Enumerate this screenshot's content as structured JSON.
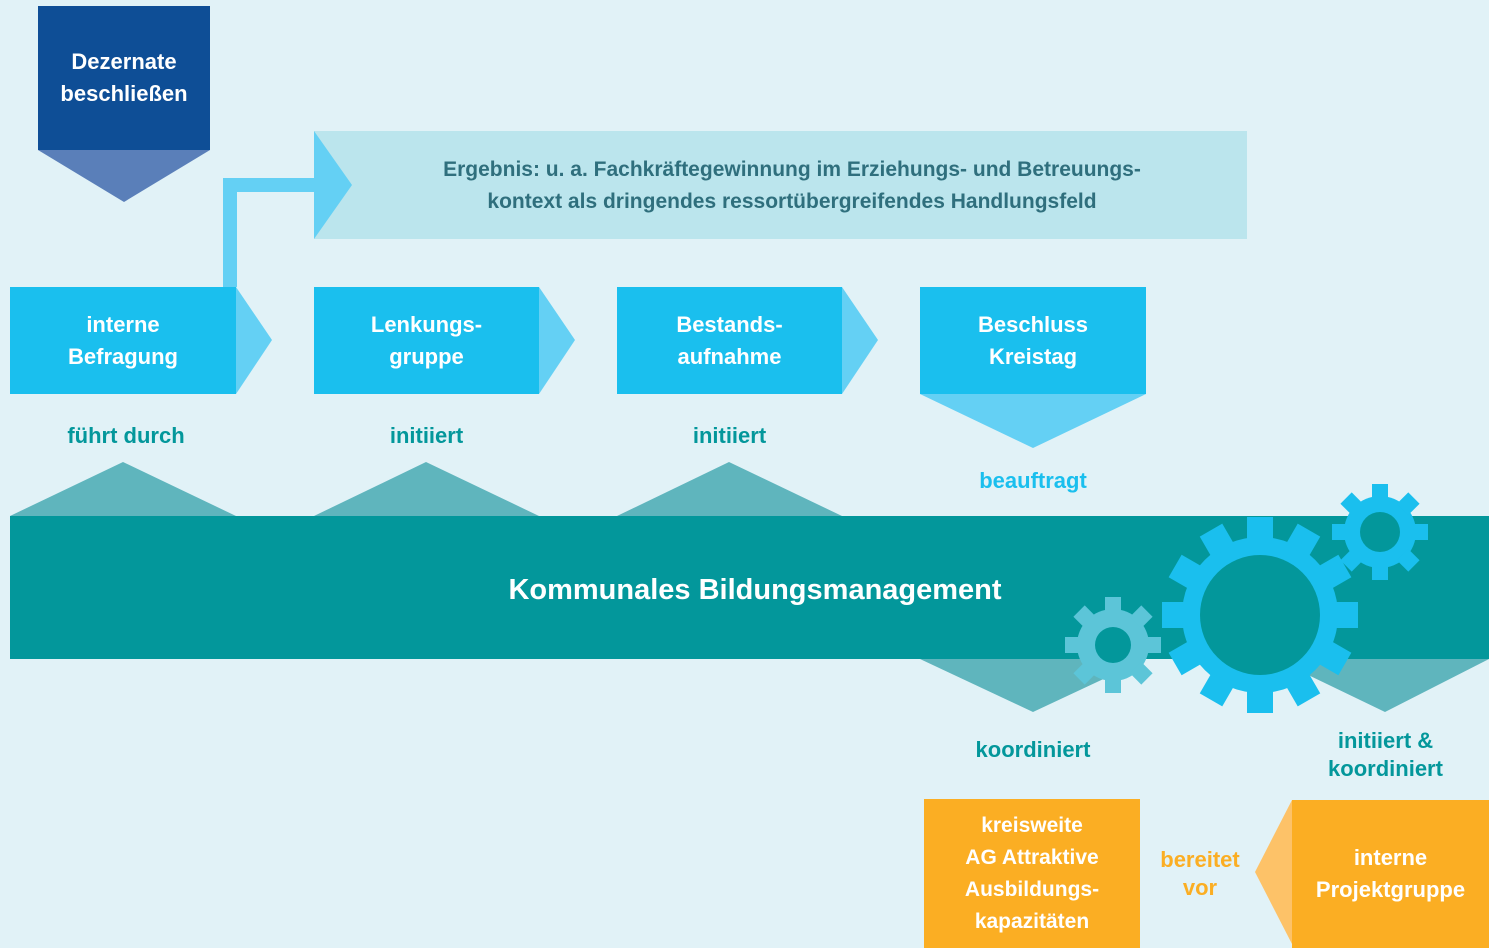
{
  "colors": {
    "background": "#e1f2f7",
    "dark_blue": "#0e4e96",
    "dark_blue_light": "#5a7fb9",
    "cyan": "#1abfee",
    "cyan_light": "#64d0f4",
    "result_box": "#bbe5ed",
    "teal": "#03979b",
    "teal_light": "#5fb5bd",
    "orange": "#fbae23",
    "orange_light": "#fdc268",
    "gear_cyan": "#1abfee",
    "gear_light": "#5cc5d8"
  },
  "diagram": {
    "top_box": "Dezernate\nbeschließen",
    "result": "Ergebnis: u. a. Fachkräftegewinnung im Erziehungs- und Betreuungs-\nkontext als dringendes ressortübergreifendes Handlungsfeld",
    "steps": [
      {
        "label": "interne\nBefragung",
        "action": "führt durch"
      },
      {
        "label": "Lenkungs-\ngruppe",
        "action": "initiiert"
      },
      {
        "label": "Bestands-\naufnahme",
        "action": "initiiert"
      },
      {
        "label": "Beschluss\nKreistag",
        "action": "beauftragt"
      }
    ],
    "band": "Kommunales Bildungsmanagement",
    "bottom_actions": [
      "koordiniert",
      "initiiert &\nkoordiniert"
    ],
    "ag_box": "kreisweite\nAG Attraktive\nAusbildungs-\nkapazitäten",
    "prepares": "bereitet\nvor",
    "project_group": "interne\nProjektgruppe"
  }
}
